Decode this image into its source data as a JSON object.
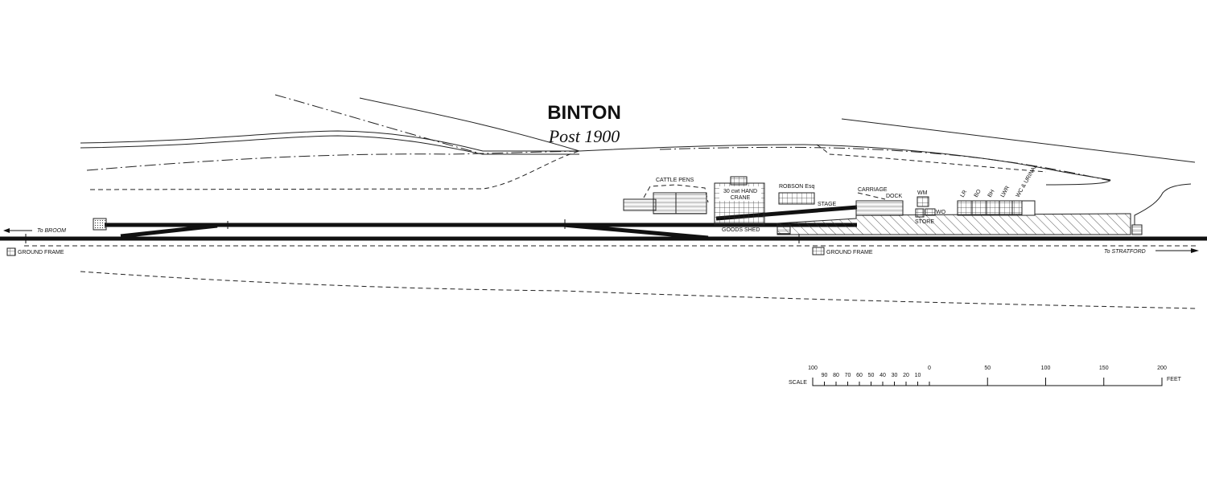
{
  "title": "BINTON",
  "subtitle": "Post 1900",
  "labels": {
    "cattle_pens": "CATTLE PENS",
    "crane": "30 cwt HAND CRANE",
    "crane_line1": "30 cwt HAND",
    "crane_line2": "CRANE",
    "goods_shed": "GOODS SHED",
    "robson": "ROBSON Esq",
    "stage": "STAGE",
    "carriage": "CARRIAGE",
    "dock": "DOCK",
    "wm": "WM",
    "wo": "WO",
    "store": "STORE",
    "lr": "LR",
    "bo": "BO",
    "bh": "BH",
    "lwr": "LWR",
    "wc": "WC & URINAL",
    "ground_frame_left": "GROUND FRAME",
    "ground_frame_right": "GROUND FRAME",
    "to_broom": "To BROOM",
    "to_stratford": "To STRATFORD"
  },
  "scale": {
    "label": "SCALE",
    "unit": "FEET",
    "left_ticks": [
      "100",
      "90",
      "80",
      "70",
      "60",
      "50",
      "40",
      "30",
      "20",
      "10",
      "0"
    ],
    "right_ticks": [
      "50",
      "100",
      "150",
      "200"
    ]
  },
  "colors": {
    "ink": "#111111",
    "paper": "#ffffff"
  }
}
